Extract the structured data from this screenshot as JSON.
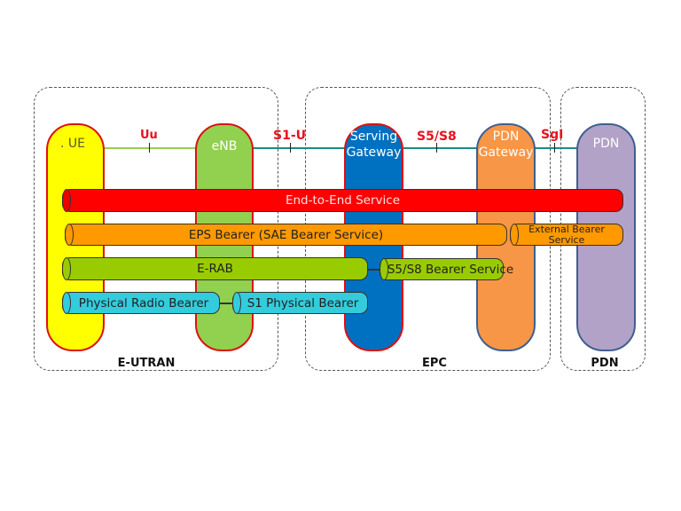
{
  "regions": {
    "eutran": "E-UTRAN",
    "epc": "EPC",
    "pdn": "PDN"
  },
  "nodes": {
    "ue": {
      "label": ". UE",
      "color": "#ffff00",
      "border": "#dd1111"
    },
    "enb": {
      "label": "eNB",
      "color": "#92d050",
      "border": "#dd1111"
    },
    "sgw": {
      "label_line1": "Serving",
      "label_line2": "Gateway",
      "color": "#0070c0",
      "border": "#dd1111"
    },
    "pgw": {
      "label_line1": "PDN",
      "label_line2": "Gateway",
      "color": "#f79646",
      "border": "#3f5f8f"
    },
    "pdn": {
      "label": "PDN",
      "color": "#b3a2c7",
      "border": "#3f5f8f"
    }
  },
  "interfaces": {
    "uu": "Uu",
    "s1u": "S1-U",
    "s5s8": "S5/S8",
    "sgi": "SgI"
  },
  "bearers": {
    "end_to_end": "End-to-End Service",
    "eps": "EPS Bearer (SAE Bearer Service)",
    "external_line1": "External Bearer",
    "external_line2": "Service",
    "erab": "E-RAB",
    "s5s8": "S5/S8 Bearer Service",
    "radio": "Physical Radio Bearer",
    "s1": "S1 Physical Bearer"
  },
  "colors": {
    "end_to_end": "#ff0000",
    "eps": "#ff9900",
    "erab": "#99cc00",
    "physical": "#33ccdd",
    "interface_text": "#e8101c",
    "link_radio": "#92d050",
    "link_core": "#1a8a8a"
  }
}
